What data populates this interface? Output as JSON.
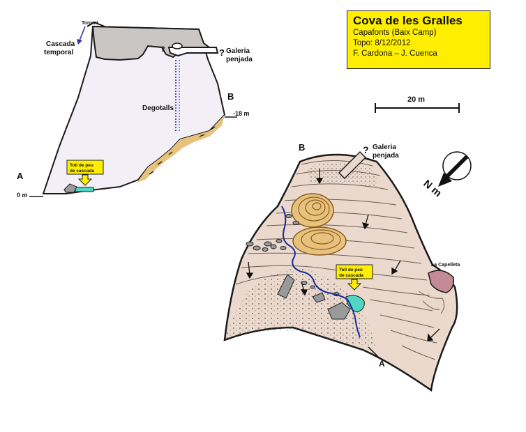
{
  "title_box": {
    "title": "Cova de les Gralles",
    "location": "Capafonts (Baix Camp)",
    "topo": "Topo:  8/12/2012",
    "authors": "F. Cardona – J. Cuenca",
    "background": "#ffee00"
  },
  "scale_bar": {
    "label": "20 m"
  },
  "north_arrow": {
    "label": "N m"
  },
  "section_view": {
    "torrent": "Torrent",
    "cascada_1": "Cascada",
    "cascada_2": "temporal",
    "question_1": "?",
    "question_2": "?",
    "galeria_1": "Galeria",
    "galeria_2": "penjada",
    "degotalls": "Degotalls",
    "point_b": "B",
    "depth_18": "-18 m",
    "point_a": "A",
    "depth_0": "0 m",
    "toll_1": "Toll de peu",
    "toll_2": "de cascada"
  },
  "plan_view": {
    "point_b": "B",
    "question": "?",
    "galeria_1": "Galeria",
    "galeria_2": "penjada",
    "capelleta": "La Capelleta",
    "toll_1": "Toll de peu",
    "toll_2": "de cascada",
    "point_a": "A"
  },
  "colors": {
    "rock_grey": "#c9c6c4",
    "wall_fill": "#f2f0f6",
    "plan_fill": "#ead9cc",
    "sediment": "#e7c27c",
    "water": "#52d6c4",
    "stream": "#1a2a9a",
    "capelleta": "#c48a96"
  }
}
